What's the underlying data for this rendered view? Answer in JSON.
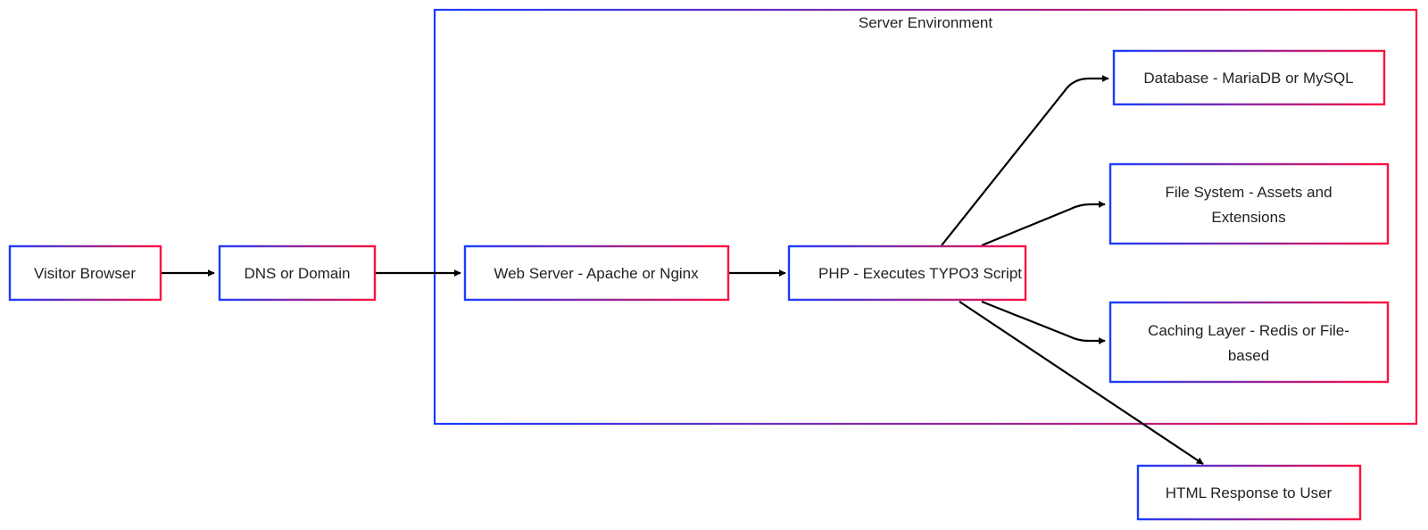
{
  "diagram": {
    "group": {
      "label": "Server Environment"
    },
    "nodes": {
      "visitor": {
        "label": "Visitor Browser"
      },
      "dns": {
        "label": "DNS or Domain"
      },
      "webserver": {
        "label": "Web Server - Apache or Nginx"
      },
      "php": {
        "label": "PHP - Executes TYPO3 Script"
      },
      "database": {
        "label": "Database - MariaDB or MySQL"
      },
      "filesystem": {
        "line1": "File System - Assets and",
        "line2": "Extensions"
      },
      "caching": {
        "line1": "Caching Layer - Redis or File-",
        "line2": "based"
      },
      "response": {
        "label": "HTML Response to User"
      }
    },
    "colors": {
      "gradient_start": "#1a3cff",
      "gradient_end": "#ff1040",
      "edge": "#000000"
    }
  }
}
